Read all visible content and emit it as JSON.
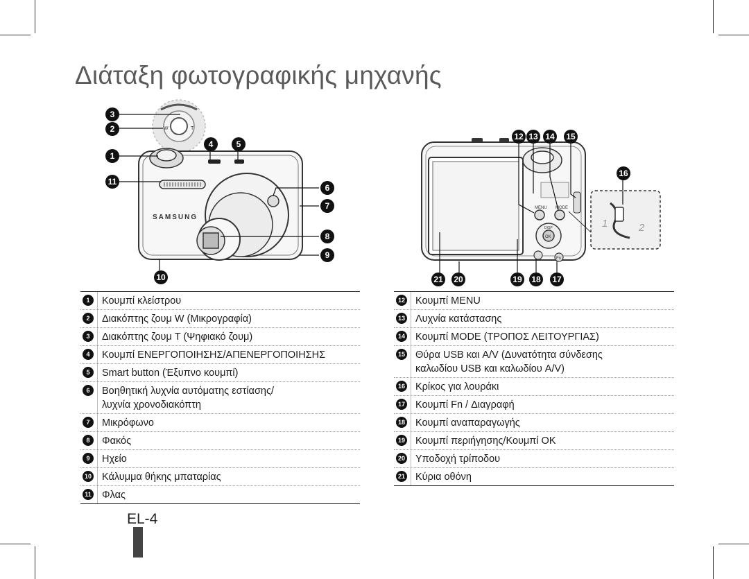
{
  "page": {
    "title": "Διάταξη φωτογραφικής μηχανής",
    "page_number": "EL-4"
  },
  "front_camera": {
    "brand": "SAMSUNG",
    "callouts": [
      "3",
      "2",
      "1",
      "11",
      "4",
      "5",
      "6",
      "7",
      "8",
      "9",
      "10"
    ]
  },
  "back_camera": {
    "labels": {
      "menu": "MENU",
      "mode": "MODE",
      "disp": "DISP",
      "ok": "OK",
      "fn": "Fn",
      "step1": "1",
      "step2": "2"
    },
    "callouts": [
      "12",
      "13",
      "14",
      "15",
      "16",
      "21",
      "20",
      "19",
      "18",
      "17"
    ]
  },
  "legend_left": [
    {
      "num": "1",
      "text": "Κουμπί κλείστρου"
    },
    {
      "num": "2",
      "text": "Διακόπτης ζουμ W (Μικρογραφία)"
    },
    {
      "num": "3",
      "text": "Διακόπτης ζουμ T (Ψηφιακό ζουμ)"
    },
    {
      "num": "4",
      "text": "Κουμπί ΕΝΕΡΓΟΠΟΙΗΣΗΣ/ΑΠΕΝΕΡΓΟΠΟΙΗΣΗΣ"
    },
    {
      "num": "5",
      "text": "Smart button (Έξυπνο κουμπί)"
    },
    {
      "num": "6",
      "text": "Βοηθητική λυχνία αυτόματης εστίασης/\nλυχνία χρονοδιακόπτη"
    },
    {
      "num": "7",
      "text": "Μικρόφωνο"
    },
    {
      "num": "8",
      "text": "Φακός"
    },
    {
      "num": "9",
      "text": "Ηχείο"
    },
    {
      "num": "10",
      "text": "Κάλυμμα θήκης μπαταρίας"
    },
    {
      "num": "11",
      "text": "Φλας"
    }
  ],
  "legend_right": [
    {
      "num": "12",
      "text": "Κουμπί MENU"
    },
    {
      "num": "13",
      "text": "Λυχνία κατάστασης"
    },
    {
      "num": "14",
      "text": "Κουμπί MODE (ΤΡΟΠΟΣ ΛΕΙΤΟΥΡΓΙΑΣ)"
    },
    {
      "num": "15",
      "text": "Θύρα USB και A/V (Δυνατότητα σύνδεσης\nκαλωδίου USB και καλωδίου A/V)"
    },
    {
      "num": "16",
      "text": "Κρίκος για λουράκι"
    },
    {
      "num": "17",
      "text": "Κουμπί Fn / Διαγραφή"
    },
    {
      "num": "18",
      "text": "Κουμπί αναπαραγωγής"
    },
    {
      "num": "19",
      "text": "Κουμπί περιήγησης/Κουμπί OK"
    },
    {
      "num": "20",
      "text": "Υποδοχή τρίποδου"
    },
    {
      "num": "21",
      "text": "Κύρια οθόνη"
    }
  ]
}
